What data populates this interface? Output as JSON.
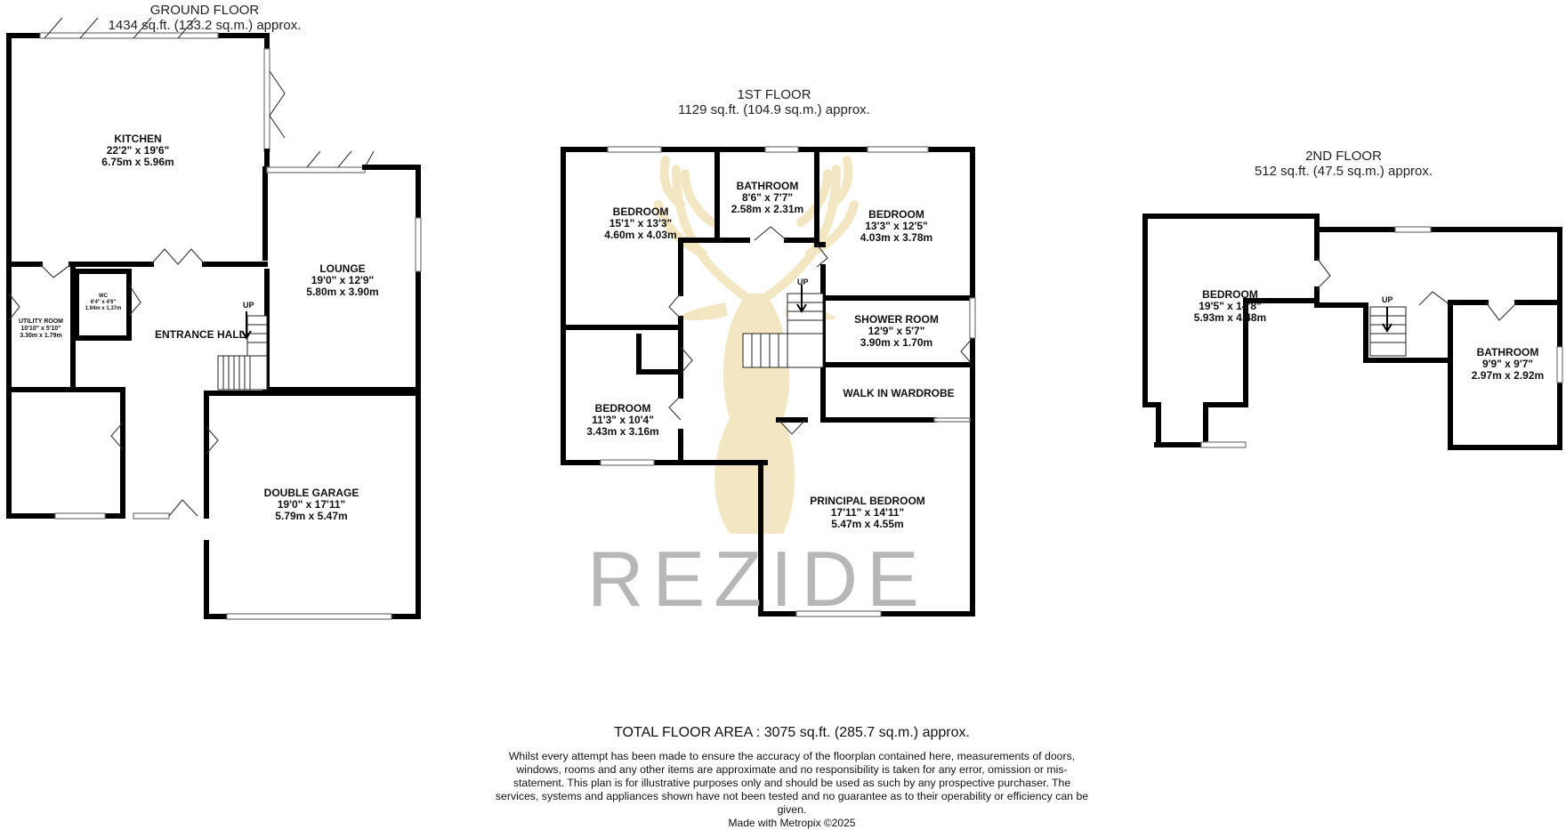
{
  "floors": {
    "ground": {
      "title": "GROUND FLOOR",
      "area": "1434 sq.ft. (133.2 sq.m.) approx.",
      "rooms": {
        "kitchen": {
          "name": "KITCHEN",
          "imperial": "22'2\"  x 19'6\"",
          "metric": "6.75m  x 5.96m"
        },
        "lounge": {
          "name": "LOUNGE",
          "imperial": "19'0\"  x 12'9\"",
          "metric": "5.80m  x 3.90m"
        },
        "utility": {
          "name": "UTILITY ROOM",
          "imperial": "10'10\"  x 5'10\"",
          "metric": "3.30m  x 1.79m"
        },
        "wc": {
          "name": "WC",
          "imperial": "6'4\"  x 4'6\"",
          "metric": "1.94m  x 1.37m"
        },
        "hall": {
          "name": "ENTRANCE HALL"
        },
        "garage": {
          "name": "DOUBLE GARAGE",
          "imperial": "19'0\"  x 17'11\"",
          "metric": "5.79m  x 5.47m"
        }
      },
      "up_label": "UP"
    },
    "first": {
      "title": "1ST FLOOR",
      "area": "1129 sq.ft. (104.9 sq.m.) approx.",
      "rooms": {
        "bed1": {
          "name": "BEDROOM",
          "imperial": "15'1\"  x 13'3\"",
          "metric": "4.60m  x 4.03m"
        },
        "bath": {
          "name": "BATHROOM",
          "imperial": "8'6\"  x 7'7\"",
          "metric": "2.58m  x 2.31m"
        },
        "bed2": {
          "name": "BEDROOM",
          "imperial": "13'3\"  x 12'5\"",
          "metric": "4.03m  x 3.78m"
        },
        "shower": {
          "name": "SHOWER ROOM",
          "imperial": "12'9\"  x 5'7\"",
          "metric": "3.90m  x 1.70m"
        },
        "wardrobe": {
          "name": "WALK IN WARDROBE"
        },
        "bed3": {
          "name": "BEDROOM",
          "imperial": "11'3\"  x 10'4\"",
          "metric": "3.43m  x 3.16m"
        },
        "principal": {
          "name": "PRINCIPAL BEDROOM",
          "imperial": "17'11\"  x 14'11\"",
          "metric": "5.47m  x 4.55m"
        }
      },
      "up_label": "UP"
    },
    "second": {
      "title": "2ND FLOOR",
      "area": "512 sq.ft. (47.5 sq.m.) approx.",
      "rooms": {
        "bed": {
          "name": "BEDROOM",
          "imperial": "19'5\"  x 14'8\"",
          "metric": "5.93m  x 4.48m"
        },
        "bath": {
          "name": "BATHROOM",
          "imperial": "9'9\"  x 9'7\"",
          "metric": "2.97m  x 2.92m"
        }
      },
      "up_label": "UP"
    }
  },
  "footer": {
    "total": "TOTAL FLOOR AREA : 3075 sq.ft. (285.7 sq.m.) approx.",
    "disclaimer": "Whilst every attempt has been made to ensure the accuracy of the floorplan contained here, measurements of doors, windows, rooms and any other items are approximate and no responsibility is taken for any error, omission or mis-statement. This plan is for illustrative purposes only and should be used as such by any prospective purchaser. The services, systems and appliances shown have not been tested and no guarantee as to their operability or efficiency can be given.",
    "credit": "Made with Metropix ©2025"
  },
  "watermark": {
    "text": "REZIDE",
    "emblem": "stag-head-icon",
    "emblem_color": "#f3e6c2",
    "text_color": "#b7b7b7"
  }
}
